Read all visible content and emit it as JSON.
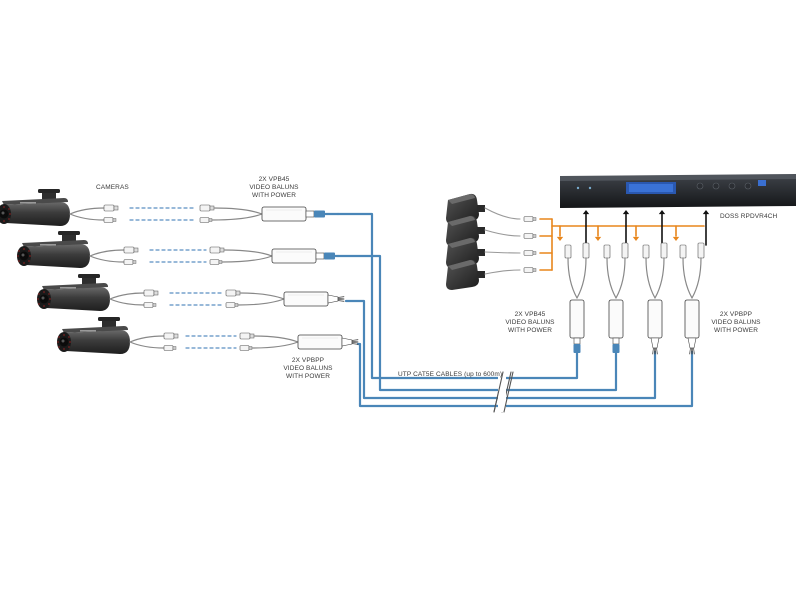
{
  "labels": {
    "cameras": "CAMERAS",
    "dvr_model": "DOSS RPDVR4CH",
    "cable": "UTP CAT5E CABLES (up to 600m)",
    "balun_vpb45_left": [
      "2x VPB45",
      "VIDEO BALUNS",
      "WITH POWER"
    ],
    "balun_vpbpp_left": [
      "2x VPBPP",
      "VIDEO BALUNS",
      "WITH POWER"
    ],
    "balun_vpb45_right": [
      "2x VPB45",
      "VIDEO BALUNS",
      "WITH POWER"
    ],
    "balun_vpbpp_right": [
      "2x VPBPP",
      "VIDEO BALUNS",
      "WITH POWER"
    ]
  },
  "colors": {
    "cable": "#4a86b8",
    "power": "#e8861c",
    "video": "#111111",
    "dash": "#5a8fc2",
    "camera_body": "#3d3d3d",
    "dvr_body": "#1f2226",
    "dvr_display": "#2a58b0"
  },
  "icons": {
    "camera": "cctv-bullet-camera-icon",
    "balun": "video-balun-icon",
    "adapter": "power-adapter-icon",
    "dvr": "dvr-recorder-icon",
    "rj45": "rj45-connector-icon",
    "bnc": "bnc-connector-icon"
  }
}
